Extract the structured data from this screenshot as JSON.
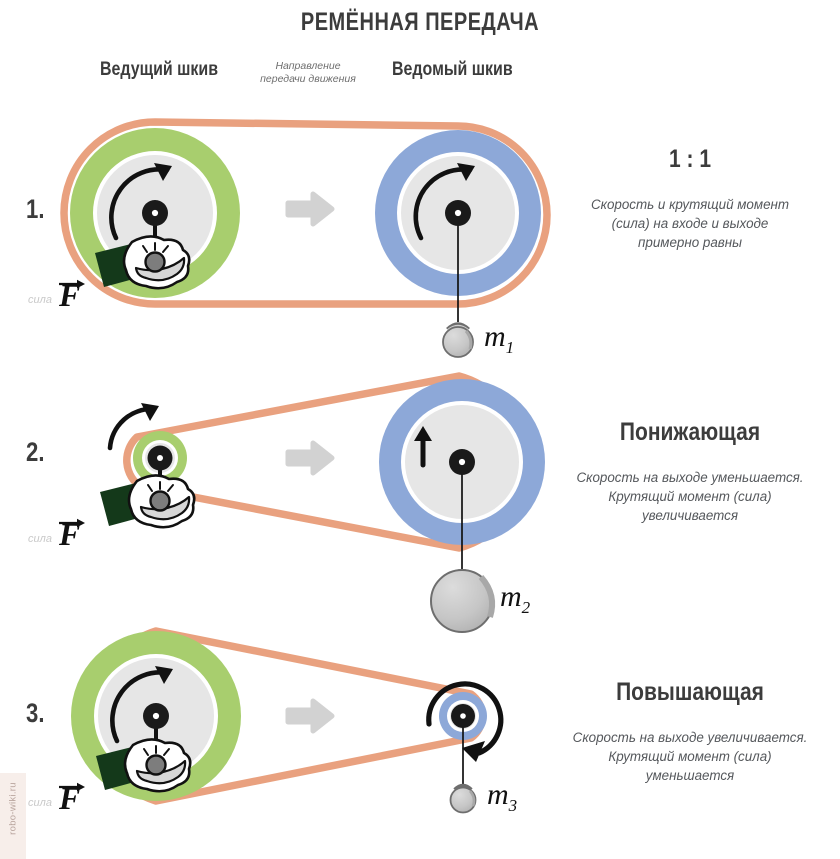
{
  "title": "РЕМЁННАЯ ПЕРЕДАЧА",
  "headers": {
    "driving": "Ведущий шкив",
    "direction_line1": "Направление",
    "direction_line2": "передачи движения",
    "driven": "Ведомый шкив"
  },
  "colors": {
    "belt": "#e9a17f",
    "pulley_green": "#a8ce6e",
    "pulley_blue": "#8da8d8",
    "disc_gray": "#e6e6e6",
    "hub_dark": "#1a1a1a",
    "arrow_gray": "#d2d2d2",
    "text_dark": "#3c3c3c",
    "text_body": "#55585c",
    "sila_gray": "#c9c9c9",
    "sleeve_green": "#14391a",
    "weight_gray": "#c2c2c2",
    "watermark_bg": "#f7eeea"
  },
  "force_label": {
    "caption": "сила",
    "symbol": "F"
  },
  "direction_arrow": "arrow-right-icon",
  "rows": [
    {
      "number": "1.",
      "ratio": "1 : 1",
      "description_lines": [
        "Скорость и крутящий момент",
        "(сила) на входе и выходе",
        "примерно равны"
      ],
      "mass_label": "m",
      "mass_index": "1",
      "driving_pulley": {
        "color_name": "green",
        "size": "large"
      },
      "driven_pulley": {
        "color_name": "blue",
        "size": "large"
      },
      "weight_size": "small"
    },
    {
      "number": "2.",
      "ratio": "Понижающая",
      "description_lines": [
        "Скорость на выходе уменьшается.",
        "Крутящий момент (сила)",
        "увеличивается"
      ],
      "mass_label": "m",
      "mass_index": "2",
      "driving_pulley": {
        "color_name": "green",
        "size": "small"
      },
      "driven_pulley": {
        "color_name": "blue",
        "size": "large"
      },
      "weight_size": "large"
    },
    {
      "number": "3.",
      "ratio": "Повышающая",
      "description_lines": [
        "Скорость на выходе увеличивается.",
        "Крутящий момент (сила)",
        "уменьшается"
      ],
      "mass_label": "m",
      "mass_index": "3",
      "driving_pulley": {
        "color_name": "green",
        "size": "large"
      },
      "driven_pulley": {
        "color_name": "blue",
        "size": "tiny"
      },
      "weight_size": "small"
    }
  ],
  "watermark": "robo-wiki.ru"
}
